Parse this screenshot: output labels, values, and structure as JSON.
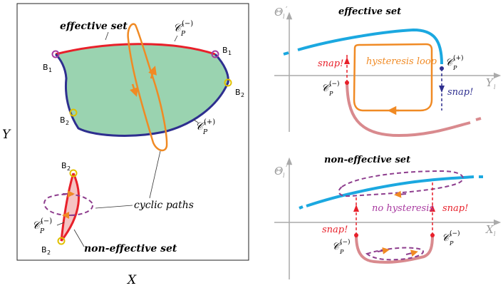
{
  "left_panel": {
    "x_axis_label": "X",
    "y_axis_label": "Y",
    "effective_set_label": "effective set",
    "non_effective_set_label": "non-effective set",
    "cyclic_paths_label": "cyclic paths",
    "cp_minus_label": "𝒞",
    "cp_minus_sup": "(−)",
    "cp_minus_sub": "P",
    "cp_plus_label": "𝒞",
    "cp_plus_sup": "(+)",
    "cp_plus_sub": "P",
    "b1_label_left": "B",
    "b1_label_left_sub": "1",
    "b1_label_right": "B",
    "b1_label_right_sub": "1",
    "b2_label_right": "B",
    "b2_label_right_sub": "2",
    "b2_label_left": "B",
    "b2_label_left_sub": "2",
    "small_b2_top": "B",
    "small_b2_top_sub": "2",
    "small_b2_bottom": "B",
    "small_b2_bottom_sub": "2",
    "small_cp_label": "𝒞",
    "small_cp_sup": "(−)",
    "small_cp_sub": "P"
  },
  "top_right": {
    "title": "effective set",
    "y_axis_label": "Θ",
    "y_axis_sub": "l",
    "y_axis_prime": "′",
    "x_axis_label": "Y",
    "x_axis_sub": "l",
    "hysteresis_label": "hysteresis loop",
    "snap_left": "snap!",
    "snap_right": "snap!",
    "cp_minus": "𝒞",
    "cp_minus_sup": "(−)",
    "cp_minus_sub": "P",
    "cp_plus": "𝒞",
    "cp_plus_sup": "(+)",
    "cp_plus_sub": "P"
  },
  "bottom_right": {
    "title": "non-effective set",
    "y_axis_label": "Θ",
    "y_axis_sub": "l",
    "y_axis_prime": "′",
    "x_axis_label": "X",
    "x_axis_sub": "l",
    "no_hysteresis_label": "no hysteresis",
    "snap_left": "snap!",
    "snap_right": "snap!",
    "cp_left": "𝒞",
    "cp_left_sup": "(−)",
    "cp_left_sub": "P",
    "cp_right": "𝒞",
    "cp_right_sup": "(−)",
    "cp_right_sub": "P"
  },
  "colors": {
    "red": "#e8202a",
    "navy": "#2e2f8f",
    "green_fill": "#9ad3b0",
    "orange": "#f08a24",
    "blue": "#1ba8e0",
    "pink": "#d98a8e",
    "purple": "#8e3e8e",
    "magenta": "#a83aa0",
    "yellow": "#f0d000",
    "gray": "#999999"
  }
}
